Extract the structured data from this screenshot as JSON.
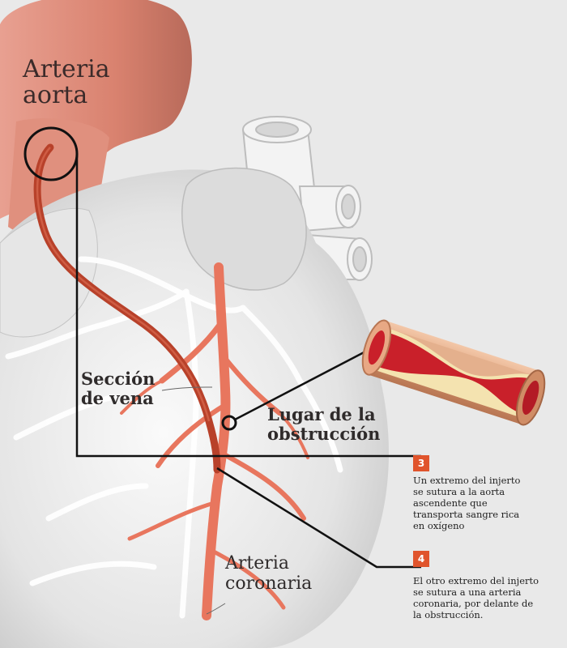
{
  "labels": {
    "aorta": "Arteria\naorta",
    "vena": "Sección\nde vena",
    "obstruccion": "Lugar de la\nobstrucción",
    "coronaria": "Arteria\ncoronaria"
  },
  "steps": [
    {
      "number": "3",
      "text": "Un extremo del injerto\nse sutura a la aorta\nascendente que\ntransporta sangre rica\nen oxígeno"
    },
    {
      "number": "4",
      "text": "El otro extremo del injerto\nse sutura a una arteria\ncoronaria, por delante de\nla obstrucción."
    }
  ],
  "colors": {
    "background": "#e9e9e9",
    "aorta": "#d98a7a",
    "graft": "#b8412a",
    "coronary": "#e8765e",
    "badge": "#e0542c",
    "heart": "#f2f2f2"
  }
}
